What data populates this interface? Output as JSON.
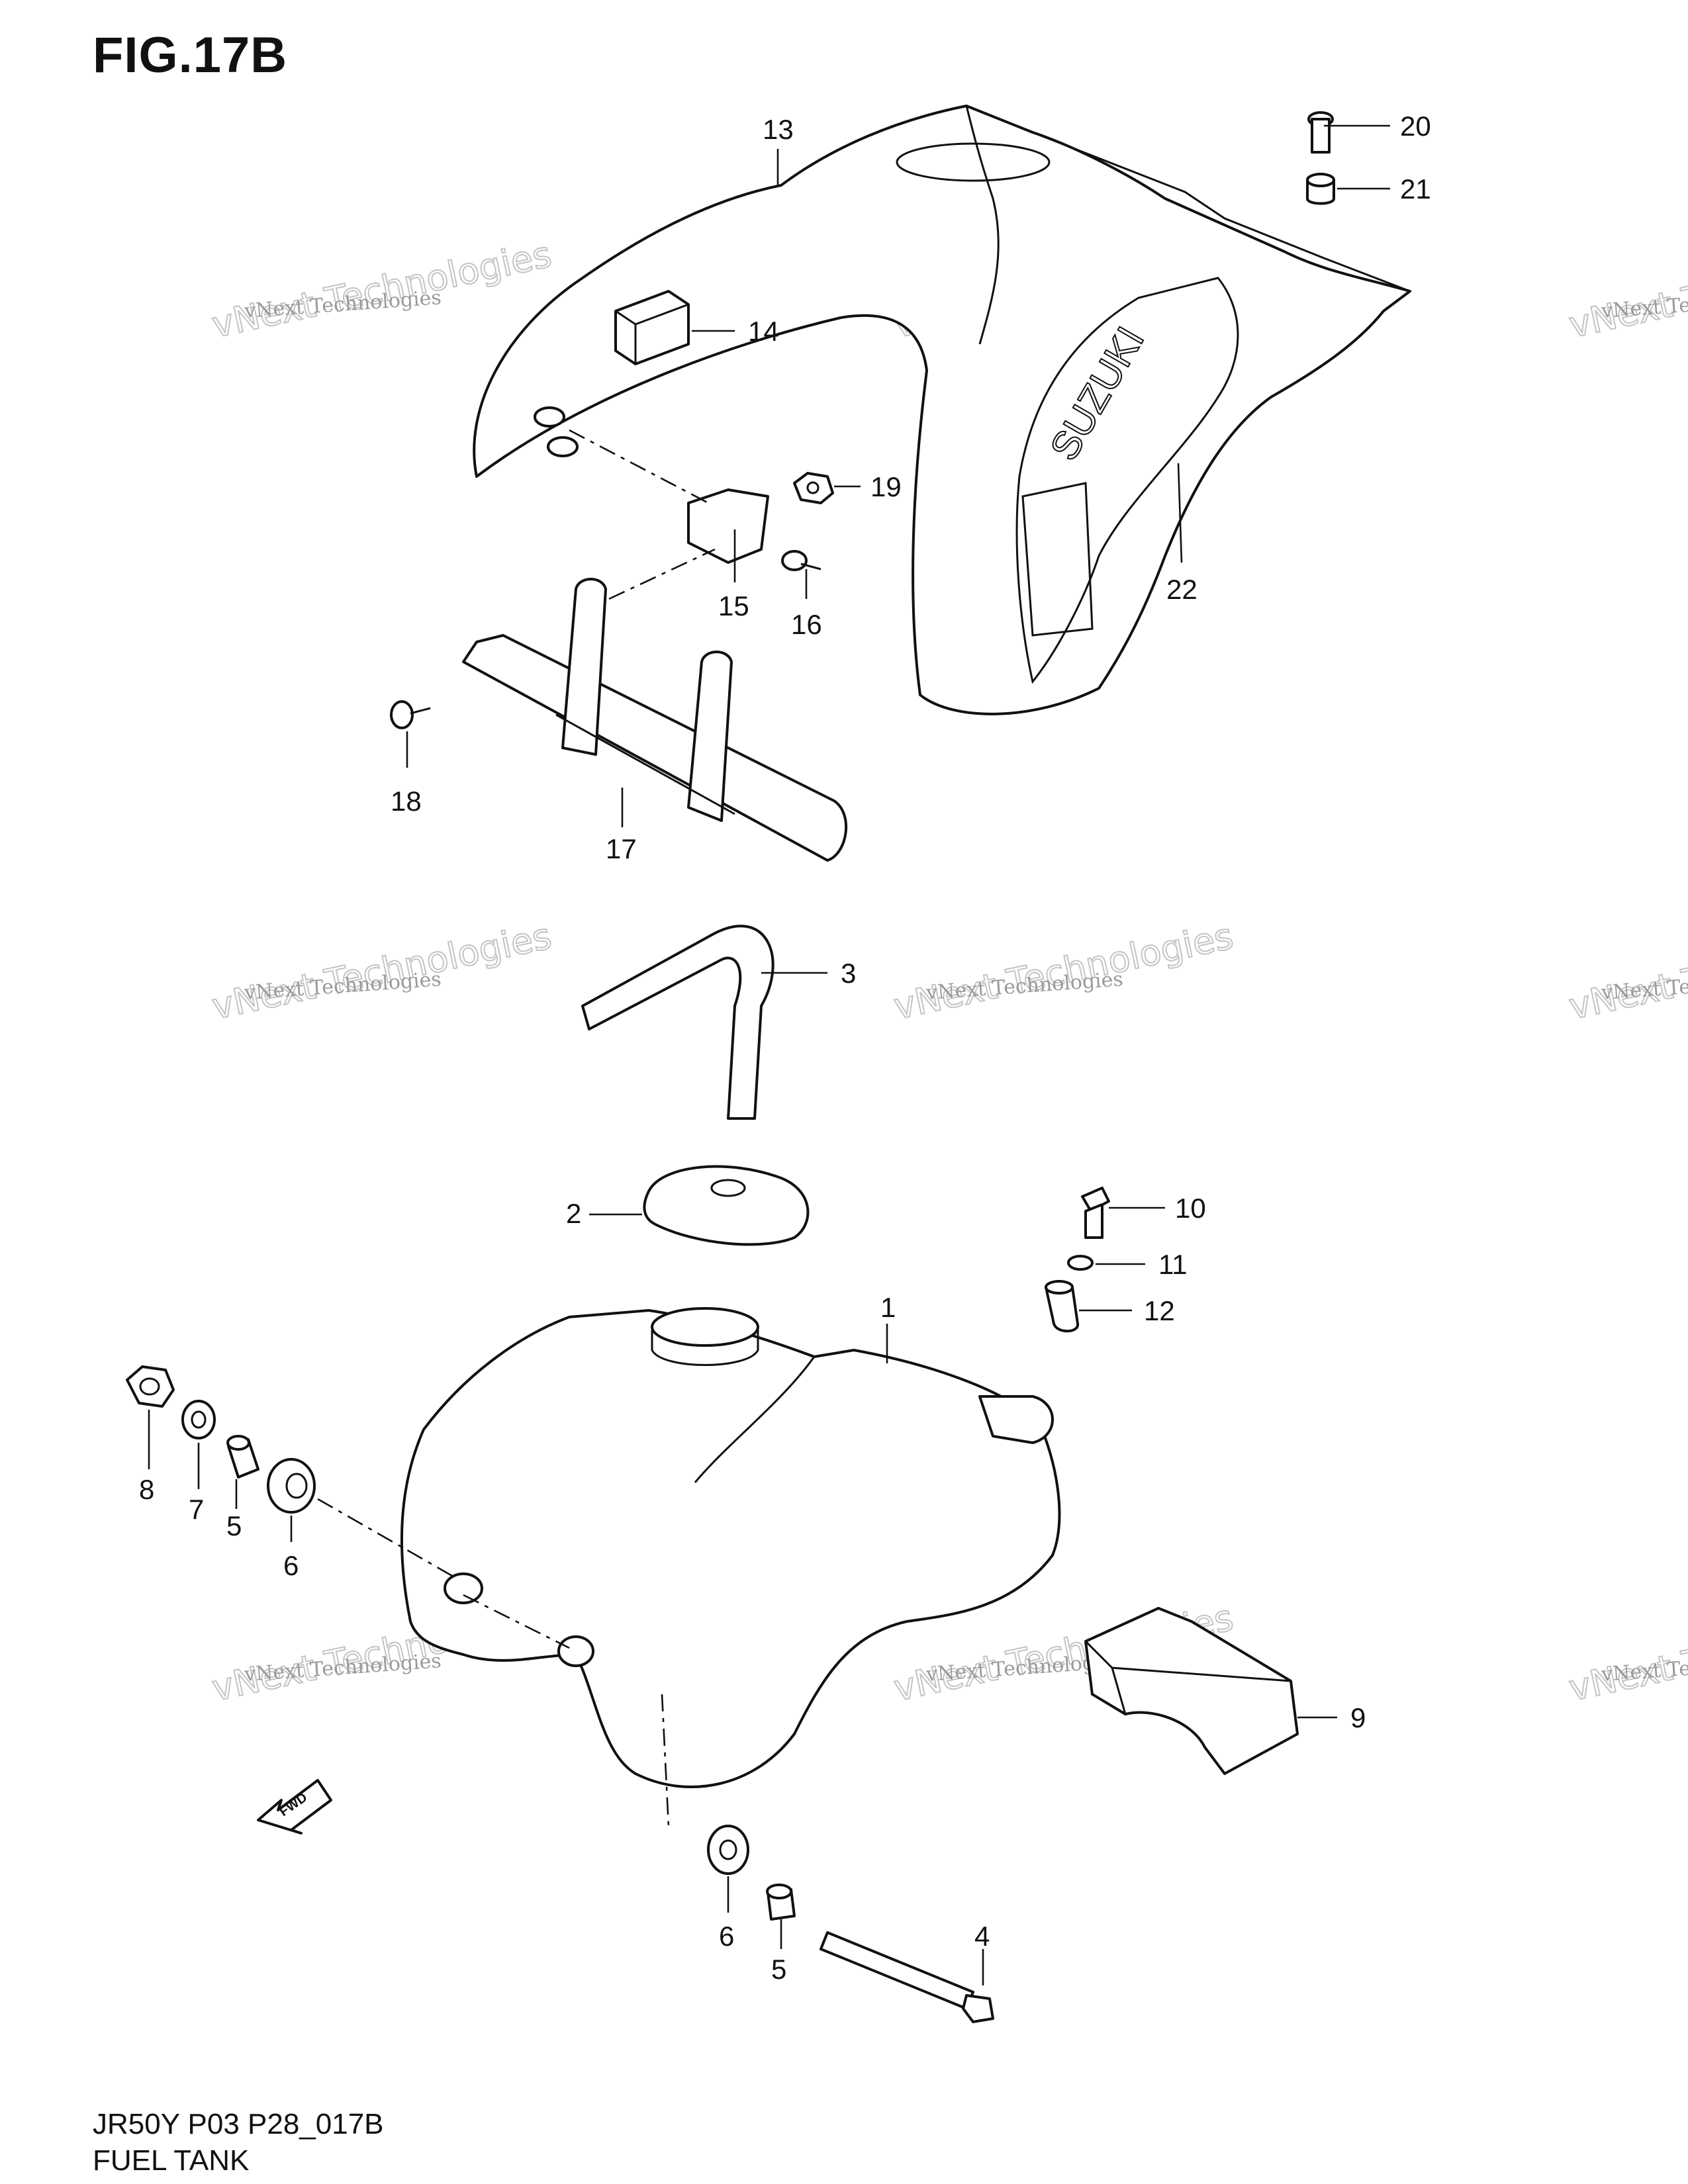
{
  "figure_title": "FIG.17B",
  "footer": {
    "code": "JR50Y P03 P28_017B",
    "title": "FUEL TANK"
  },
  "watermark": {
    "line1": "vNext Technologies",
    "line2": "vNext Technologies"
  },
  "decal_text": "SUZUKI",
  "fwd_label": "FWD",
  "callouts": [
    "1",
    "2",
    "3",
    "4",
    "5",
    "5",
    "6",
    "6",
    "7",
    "8",
    "9",
    "10",
    "11",
    "12",
    "13",
    "14",
    "15",
    "16",
    "17",
    "18",
    "19",
    "20",
    "21",
    "22"
  ]
}
